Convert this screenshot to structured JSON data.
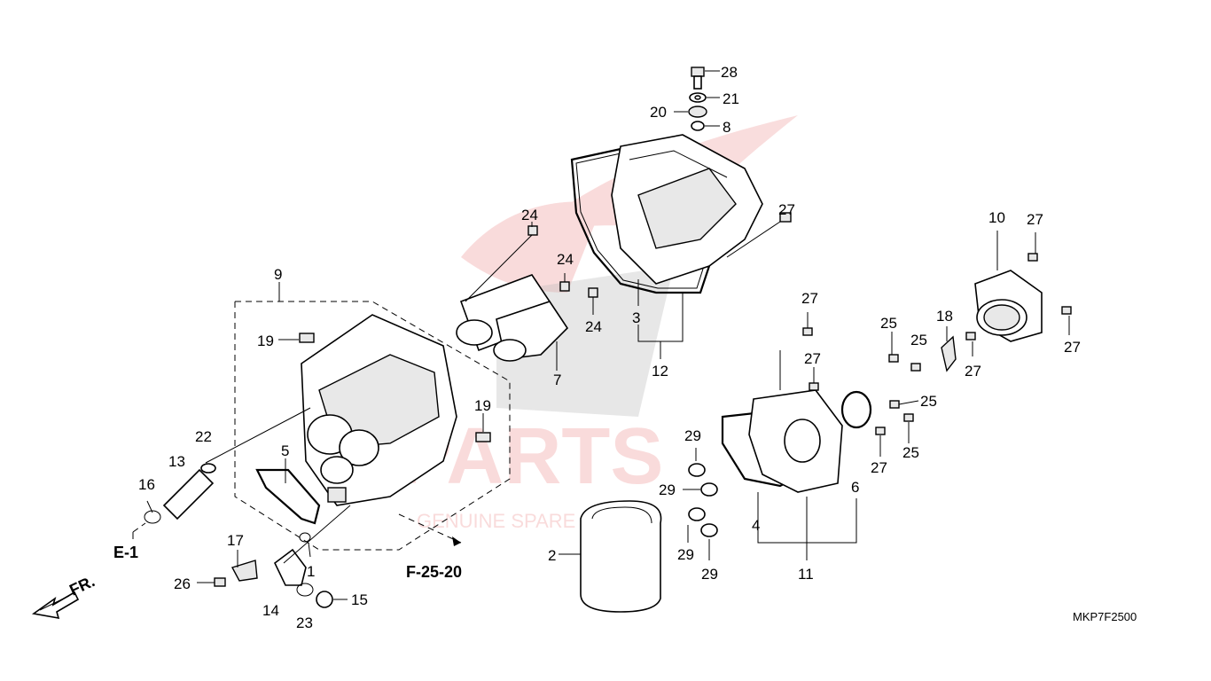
{
  "diagram_code": "MKP7F2500",
  "refs": {
    "e1": "E-1",
    "f2520": "F-25-20",
    "fr": "FR."
  },
  "part_labels": {
    "p1": "1",
    "p2": "2",
    "p3": "3",
    "p4": "4",
    "p5": "5",
    "p6": "6",
    "p7": "7",
    "p8": "8",
    "p9": "9",
    "p10": "10",
    "p11": "11",
    "p12": "12",
    "p13": "13",
    "p14": "14",
    "p15": "15",
    "p16": "16",
    "p17": "17",
    "p18": "18",
    "p19a": "19",
    "p19b": "19",
    "p20": "20",
    "p21": "21",
    "p22": "22",
    "p23": "23",
    "p24a": "24",
    "p24b": "24",
    "p24c": "24",
    "p25a": "25",
    "p25b": "25",
    "p25c": "25",
    "p25d": "25",
    "p26": "26",
    "p27a": "27",
    "p27b": "27",
    "p27c": "27",
    "p27d": "27",
    "p27e": "27",
    "p27f": "27",
    "p27g": "27",
    "p28": "28",
    "p29a": "29",
    "p29b": "29",
    "p29c": "29",
    "p29d": "29"
  },
  "watermark": {
    "line1": "PARTS",
    "line2": "GENUINE SPARE PARTS",
    "color": "#e04040"
  }
}
